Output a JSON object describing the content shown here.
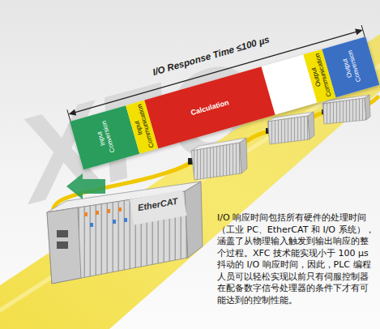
{
  "diagram": {
    "title": "I/O Response Time ≤100 µs",
    "caption": "I/O 响应时间包括所有硬件的处理时间（工业 PC、EtherCAT 和 I/O 系统），涵盖了从物理输入触发到输出响应的整个过程。XFC 技术能实现小于 100 µs 抖动的 I/O 响应时间，因此，PLC 编程人员可以轻松实现以前只有伺服控制器在配备数字信号处理器的条件下才有可能达到的控制性能。",
    "nodes": [
      {
        "text": [
          "Input Conversion"
        ]
      },
      {
        "text": [
          "Input Communication"
        ]
      },
      {
        "text": [
          "Calculation"
        ]
      },
      {
        "text": [
          "Output Communication"
        ]
      },
      {
        "text": [
          "Output Conversion"
        ]
      }
    ],
    "labels": [
      "EtherCAT",
      "XFC"
    ]
  }
}
